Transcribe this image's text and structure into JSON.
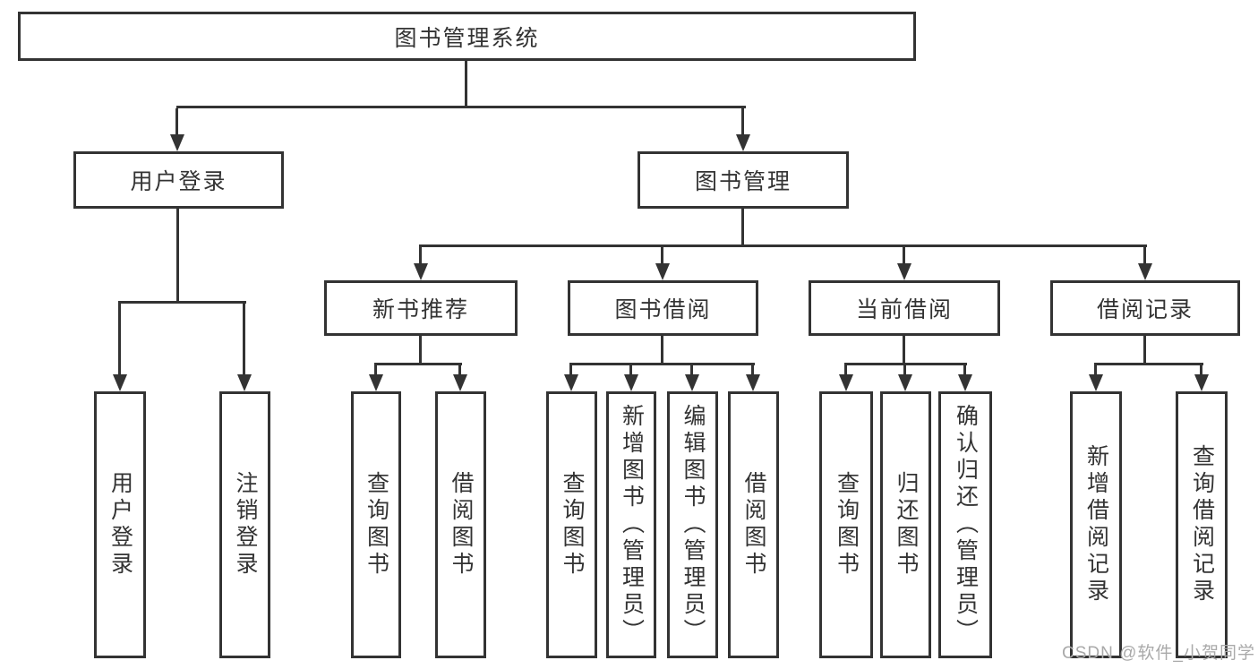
{
  "tree": {
    "root": "图书管理系统",
    "branches": [
      {
        "label": "用户登录",
        "children": [
          "用户登录",
          "注销登录"
        ]
      },
      {
        "label": "图书管理",
        "sections": [
          {
            "label": "新书推荐",
            "children": [
              "查询图书",
              "借阅图书"
            ]
          },
          {
            "label": "图书借阅",
            "children": [
              "查询图书",
              "新增图书（管理员）",
              "编辑图书（管理员）",
              "借阅图书"
            ]
          },
          {
            "label": "当前借阅",
            "children": [
              "查询图书",
              "归还图书",
              "确认归还（管理员）"
            ]
          },
          {
            "label": "借阅记录",
            "children": [
              "新增借阅记录",
              "查询借阅记录"
            ]
          }
        ]
      }
    ]
  },
  "watermark": {
    "text": "CSDN @软件_小贺同学"
  },
  "colors": {
    "line": "#333333",
    "text": "#333333",
    "watermark": "#a9a9a9",
    "background": "#ffffff"
  }
}
